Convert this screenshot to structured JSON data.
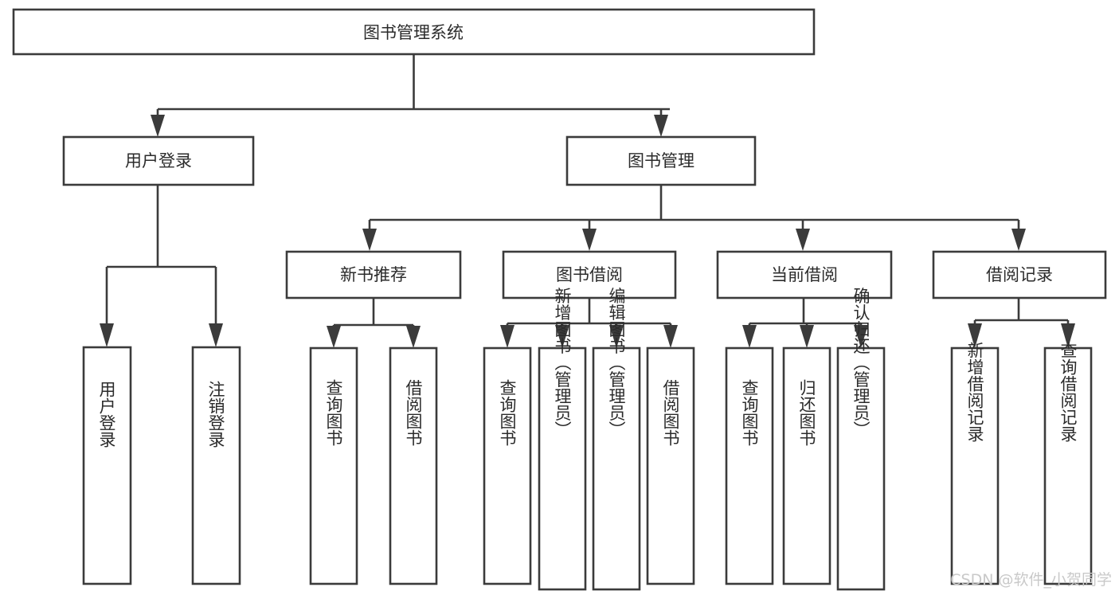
{
  "diagram": {
    "title": "图书管理系统",
    "type": "tree-hierarchy",
    "orientation": "top-down",
    "colors": {
      "stroke": "#3b3b3b",
      "fill": "#ffffff",
      "text": "#2b2b2b",
      "watermark": "#c9c9c9",
      "background": "#ffffff"
    },
    "root": {
      "id": "root",
      "label": "图书管理系统"
    },
    "level2": [
      {
        "id": "user-login",
        "label": "用户登录"
      },
      {
        "id": "book-manage",
        "label": "图书管理"
      }
    ],
    "level3": [
      {
        "id": "new-book-recommend",
        "label": "新书推荐",
        "parent": "book-manage"
      },
      {
        "id": "book-borrow",
        "label": "图书借阅",
        "parent": "book-manage"
      },
      {
        "id": "current-borrow",
        "label": "当前借阅",
        "parent": "book-manage"
      },
      {
        "id": "borrow-record",
        "label": "借阅记录",
        "parent": "book-manage"
      }
    ],
    "leaves": [
      {
        "id": "leaf-user-login",
        "label": "用户登录",
        "parent": "user-login"
      },
      {
        "id": "leaf-user-logout",
        "label": "注销登录",
        "parent": "user-login"
      },
      {
        "id": "leaf-query-book-1",
        "label": "查询图书",
        "parent": "new-book-recommend"
      },
      {
        "id": "leaf-borrow-book-1",
        "label": "借阅图书",
        "parent": "new-book-recommend"
      },
      {
        "id": "leaf-query-book-2",
        "label": "查询图书",
        "parent": "book-borrow"
      },
      {
        "id": "leaf-add-book",
        "label": "新增图书（管理员）",
        "parent": "book-borrow"
      },
      {
        "id": "leaf-edit-book",
        "label": "编辑图书（管理员）",
        "parent": "book-borrow"
      },
      {
        "id": "leaf-borrow-book-2",
        "label": "借阅图书",
        "parent": "book-borrow"
      },
      {
        "id": "leaf-query-book-3",
        "label": "查询图书",
        "parent": "current-borrow"
      },
      {
        "id": "leaf-return-book",
        "label": "归还图书",
        "parent": "current-borrow"
      },
      {
        "id": "leaf-confirm-return",
        "label": "确认归还（管理员）",
        "parent": "current-borrow"
      },
      {
        "id": "leaf-add-record",
        "label": "新增借阅记录",
        "parent": "borrow-record"
      },
      {
        "id": "leaf-query-record",
        "label": "查询借阅记录",
        "parent": "borrow-record"
      }
    ],
    "watermark": "CSDN @软件_小贺同学"
  }
}
